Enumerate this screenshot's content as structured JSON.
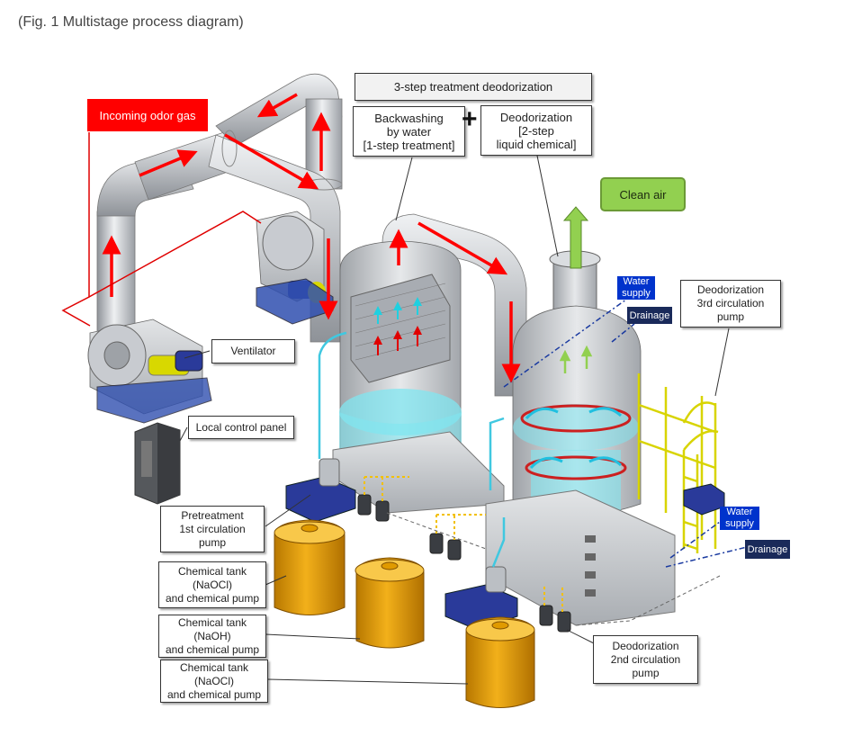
{
  "figure_title": "(Fig. 1 Multistage process diagram)",
  "labels": {
    "incoming_gas": "Incoming odor gas",
    "treatment_title": "3-step treatment deodorization",
    "backwashing": "Backwashing\nby water\n[1-step treatment]",
    "deodorization_2step": "Deodorization\n[2-step\nliquid chemical]",
    "clean_air": "Clean air",
    "water_supply": "Water\nsupply",
    "drainage": "Drainage",
    "third_pump": "Deodorization\n3rd circulation\npump",
    "ventilator": "Ventilator",
    "local_control": "Local control panel",
    "pretreatment_pump": "Pretreatment\n1st circulation\npump",
    "tank_naocl_1": "Chemical tank\n(NaOCl)\nand chemical pump",
    "tank_naoh": "Chemical tank\n(NaOH)\nand chemical pump",
    "tank_naocl_2": "Chemical tank\n(NaOCl)\nand chemical pump",
    "second_pump": "Deodorization\n2nd circulation\npump",
    "plus_sign": "+"
  },
  "colors": {
    "gas_flow": "#ff0000",
    "clean_air": "#92d050",
    "water_supply": "#0033cc",
    "drainage": "#1a2a5a",
    "duct": "#c8cbd0",
    "tank": "#e0a000",
    "water": "#80e6f0",
    "ladder": "#e8e640"
  },
  "icons": [
    "ventilator-icon",
    "control-panel-icon",
    "chemical-tank-icon",
    "pump-icon",
    "scrubber-tower-icon",
    "ladder-icon"
  ]
}
